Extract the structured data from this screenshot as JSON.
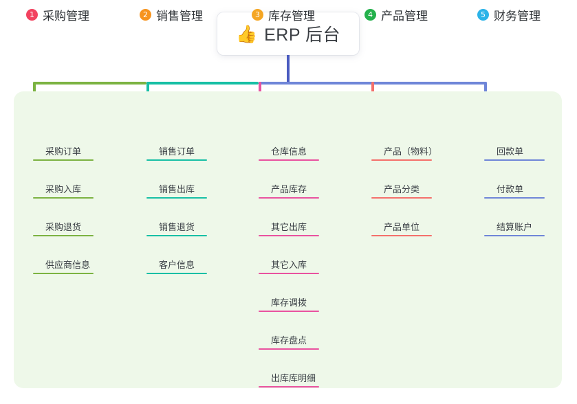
{
  "root": {
    "icon": "thumbs-up-icon",
    "emoji": "👍",
    "title": "ERP 后台"
  },
  "palette": {
    "page_background": "#ffffff",
    "panel_background": "#eef8e9",
    "root_text": "#3b3f44",
    "trunk": "#4a5bc0",
    "badge_1": "#f2425f",
    "badge_2": "#f7941e",
    "badge_3": "#f5a623",
    "badge_4": "#24b14c",
    "badge_5": "#2bb3e8",
    "branch_1": "#7cb342",
    "branch_2": "#17bfa5",
    "branch_3": "#e9529f",
    "branch_4": "#f4706b",
    "branch_5": "#6f86d8"
  },
  "columns": [
    {
      "index": "1",
      "title": "采购管理",
      "badge_color": "#f2425f",
      "line_color": "#7cb342",
      "items": [
        "采购订单",
        "采购入库",
        "采购退货",
        "供应商信息"
      ]
    },
    {
      "index": "2",
      "title": "销售管理",
      "badge_color": "#f7941e",
      "line_color": "#17bfa5",
      "items": [
        "销售订单",
        "销售出库",
        "销售退货",
        "客户信息"
      ]
    },
    {
      "index": "3",
      "title": "库存管理",
      "badge_color": "#f5a623",
      "line_color": "#e9529f",
      "items": [
        "仓库信息",
        "产品库存",
        "其它出库",
        "其它入库",
        "库存调拨",
        "库存盘点",
        "出库库明细"
      ]
    },
    {
      "index": "4",
      "title": "产品管理",
      "badge_color": "#24b14c",
      "line_color": "#f4706b",
      "items": [
        "产品（物料）",
        "产品分类",
        "产品单位"
      ]
    },
    {
      "index": "5",
      "title": "财务管理",
      "badge_color": "#2bb3e8",
      "line_color": "#6f86d8",
      "items": [
        "回款单",
        "付款单",
        "结算账户"
      ]
    }
  ]
}
